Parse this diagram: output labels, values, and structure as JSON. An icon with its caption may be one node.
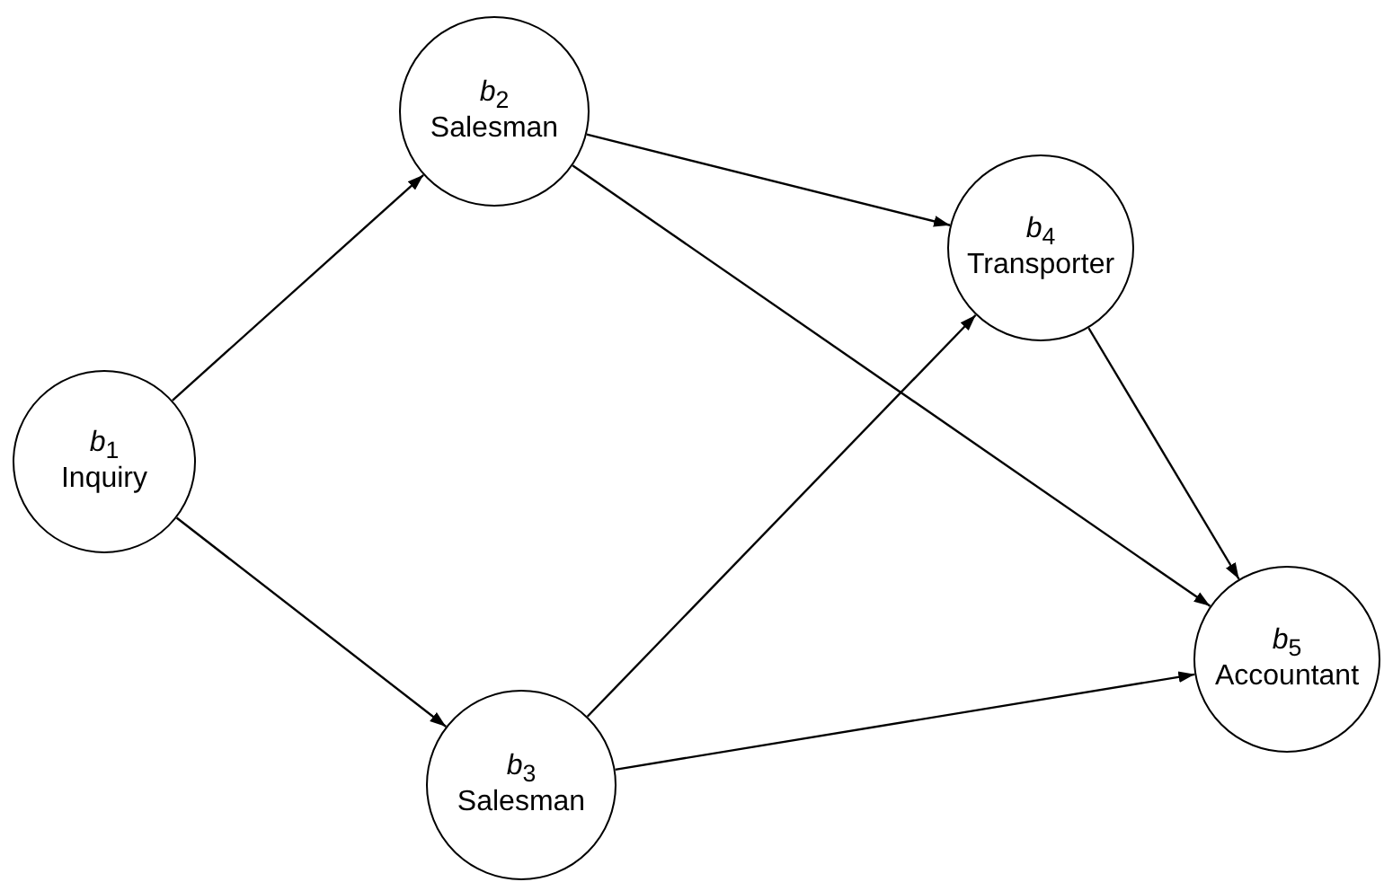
{
  "diagram": {
    "nodes": [
      {
        "text": [
          "*b*$_{1}$",
          "Inquiry"
        ]
      },
      {
        "text": [
          "*b*$_{2}$",
          "Salesman"
        ]
      },
      {
        "text": [
          "*b*$_{3}$",
          "Salesman"
        ]
      },
      {
        "text": [
          "*b*$_{4}$",
          "Transporter"
        ]
      },
      {
        "text": [
          "*b*$_{5}$",
          "Accountant"
        ]
      }
    ],
    "edges": [
      {
        "from": 0,
        "to": 1,
        "arrow": "to"
      },
      {
        "from": 0,
        "to": 2,
        "arrow": "to"
      },
      {
        "from": 1,
        "to": 3,
        "arrow": "to"
      },
      {
        "from": 1,
        "to": 4,
        "arrow": "to"
      },
      {
        "from": 2,
        "to": 3,
        "arrow": "to"
      },
      {
        "from": 2,
        "to": 4,
        "arrow": "to"
      },
      {
        "from": 3,
        "to": 4,
        "arrow": "to"
      }
    ]
  }
}
